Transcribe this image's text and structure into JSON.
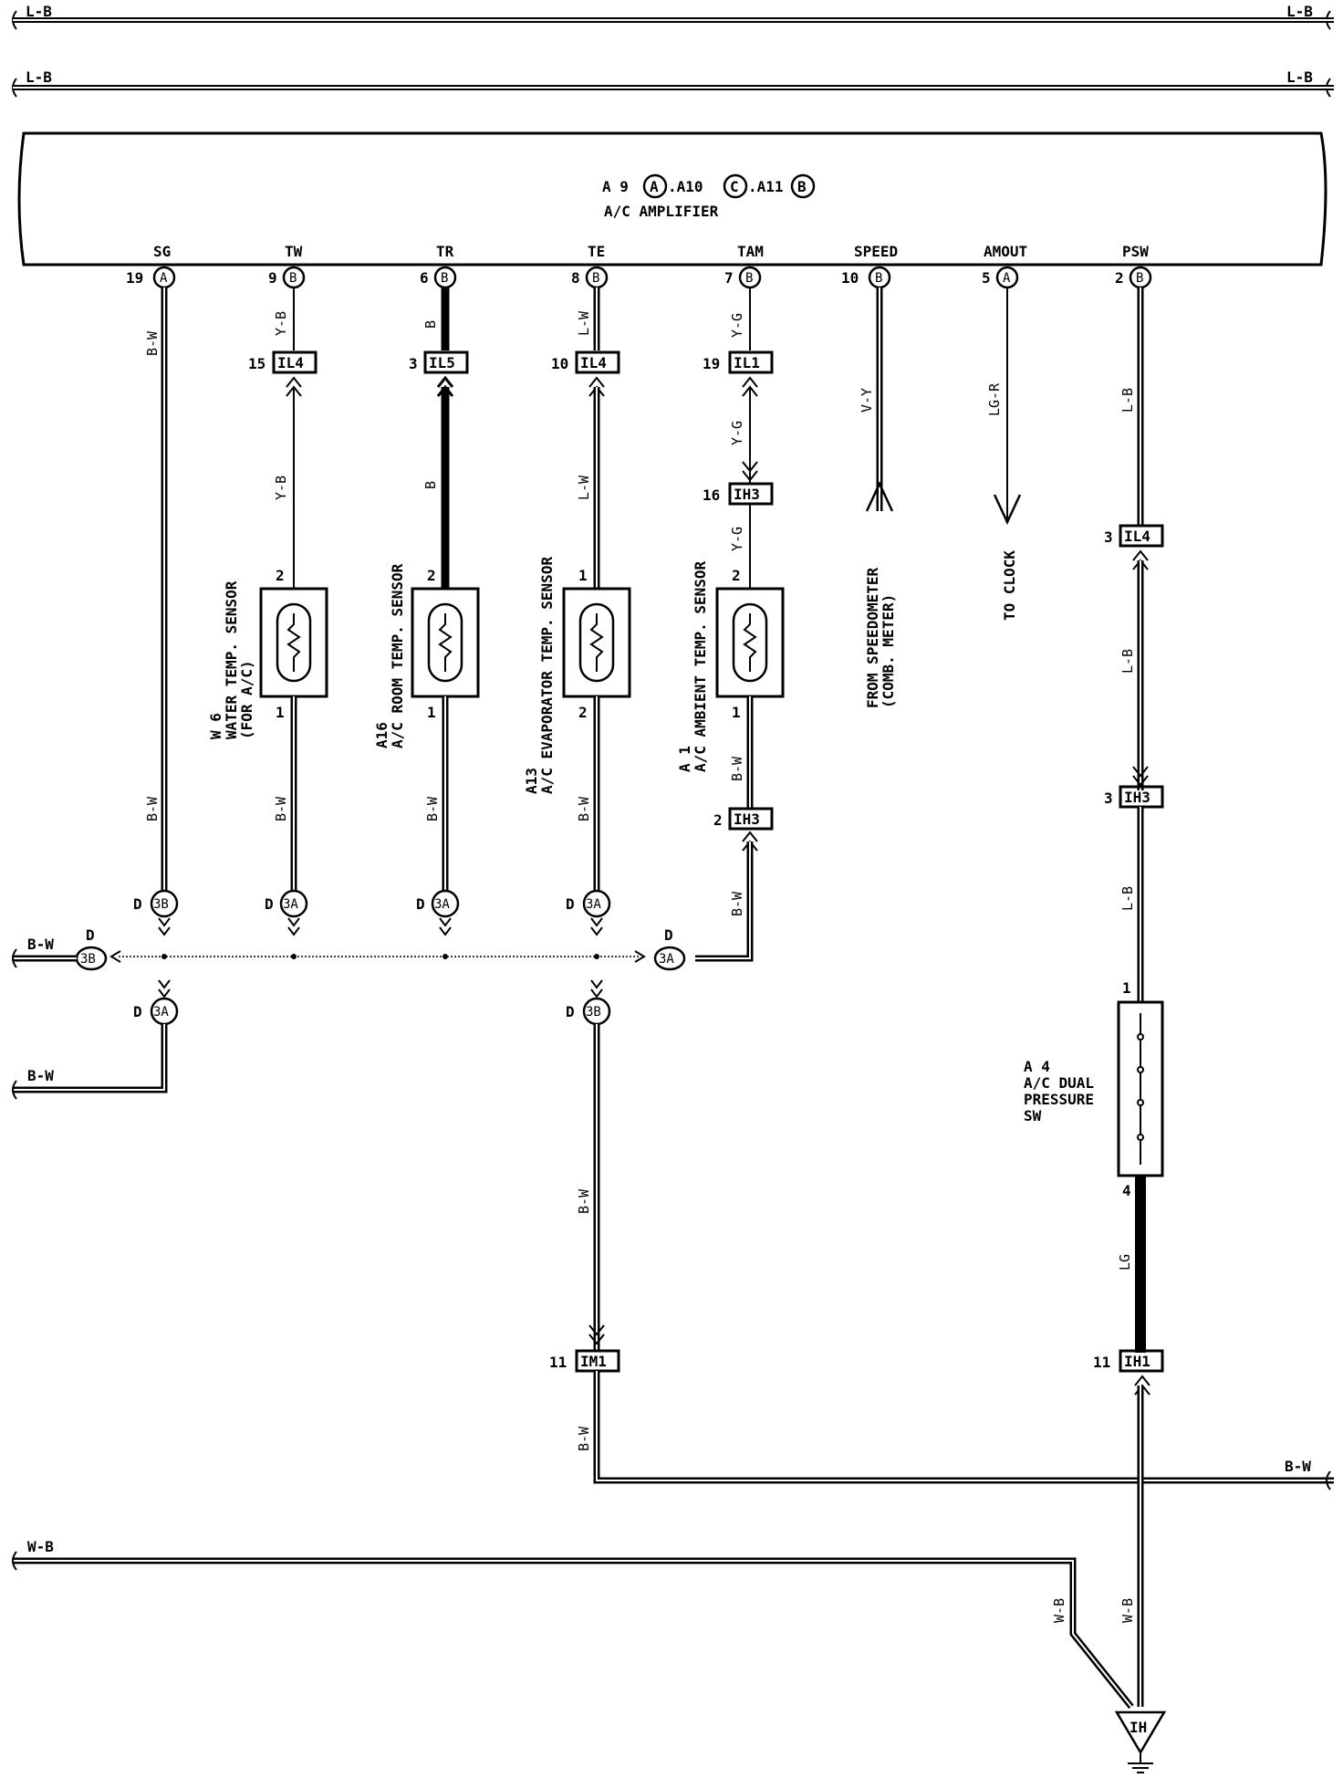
{
  "bus_lines": [
    {
      "left_label": "L-B",
      "right_label": "L-B"
    },
    {
      "left_label": "L-B",
      "right_label": "L-B"
    }
  ],
  "amplifier": {
    "codes": [
      "A 9",
      "A",
      ".A10",
      "C",
      ".A11",
      "B"
    ],
    "name": "A/C AMPLIFIER"
  },
  "terminals": [
    {
      "name": "SG",
      "pin": "19",
      "conn": "A"
    },
    {
      "name": "TW",
      "pin": "9",
      "conn": "B"
    },
    {
      "name": "TR",
      "pin": "6",
      "conn": "B"
    },
    {
      "name": "TE",
      "pin": "8",
      "conn": "B"
    },
    {
      "name": "TAM",
      "pin": "7",
      "conn": "B"
    },
    {
      "name": "SPEED",
      "pin": "10",
      "conn": "B"
    },
    {
      "name": "AMOUT",
      "pin": "5",
      "conn": "A"
    },
    {
      "name": "PSW",
      "pin": "2",
      "conn": "B"
    }
  ],
  "wire_colors": {
    "sg": "B-W",
    "tw_top": "Y-B",
    "tw_mid": "Y-B",
    "tw_bot": "B-W",
    "tr_top": "B",
    "tr_mid": "B",
    "tr_bot": "B-W",
    "te_top": "L-W",
    "te_mid": "L-W",
    "te_bot": "B-W",
    "tam_top": "Y-G",
    "tam_mid1": "Y-G",
    "tam_mid2": "Y-G",
    "tam_bot1": "B-W",
    "tam_bot2": "B-W",
    "speed": "V-Y",
    "amout": "LG-R",
    "psw_1": "L-B",
    "psw_2": "L-B",
    "psw_3": "L-B",
    "psw_4": "LG",
    "te_lower": "B-W",
    "te_lowest": "B-W",
    "ground_1": "W-B",
    "ground_2": "W-B"
  },
  "connectors": {
    "tw_il": {
      "pin": "15",
      "code": "IL4"
    },
    "tr_il": {
      "pin": "3",
      "code": "IL5"
    },
    "te_il": {
      "pin": "10",
      "code": "IL4"
    },
    "tam_il": {
      "pin": "19",
      "code": "IL1"
    },
    "tam_ih": {
      "pin": "16",
      "code": "IH3"
    },
    "tam_ih2": {
      "pin": "2",
      "code": "IH3"
    },
    "psw_il": {
      "pin": "3",
      "code": "IL4"
    },
    "psw_ih": {
      "pin": "3",
      "code": "IH3"
    },
    "te_im": {
      "pin": "11",
      "code": "IM1"
    },
    "psw_ih1": {
      "pin": "11",
      "code": "IH1"
    }
  },
  "sensors": {
    "w6": {
      "id": "W 6",
      "name": "WATER TEMP. SENSOR",
      "sub": "(FOR A/C)",
      "pin_top": "2",
      "pin_bot": "1"
    },
    "a16": {
      "id": "A16",
      "name": "A/C ROOM TEMP. SENSOR",
      "pin_top": "2",
      "pin_bot": "1"
    },
    "a13": {
      "id": "A13",
      "name": "A/C EVAPORATOR TEMP. SENSOR",
      "pin_top": "1",
      "pin_bot": "2"
    },
    "a1": {
      "id": "A 1",
      "name": "A/C AMBIENT TEMP. SENSOR",
      "pin_top": "2",
      "pin_bot": "1"
    }
  },
  "speed_note": {
    "line1": "FROM SPEEDOMETER",
    "line2": "(COMB. METER)"
  },
  "amout_note": "TO CLOCK",
  "pressure_sw": {
    "id": "A 4",
    "lines": [
      "A/C DUAL",
      "PRESSURE",
      "SW"
    ],
    "pin_top": "1",
    "pin_bot": "4"
  },
  "splices": {
    "d_label": "D",
    "sg_top": "3B",
    "tw": "3A",
    "tr": "3A",
    "te_top": "3A",
    "left": "3B",
    "right": "3A",
    "sg_bot": "3A",
    "te_bot": "3B"
  },
  "left_lines": {
    "upper": "B-W",
    "lower": "B-W"
  },
  "bottom_right_label": "B-W",
  "ground_left_label": "W-B",
  "ground_code": "IH"
}
